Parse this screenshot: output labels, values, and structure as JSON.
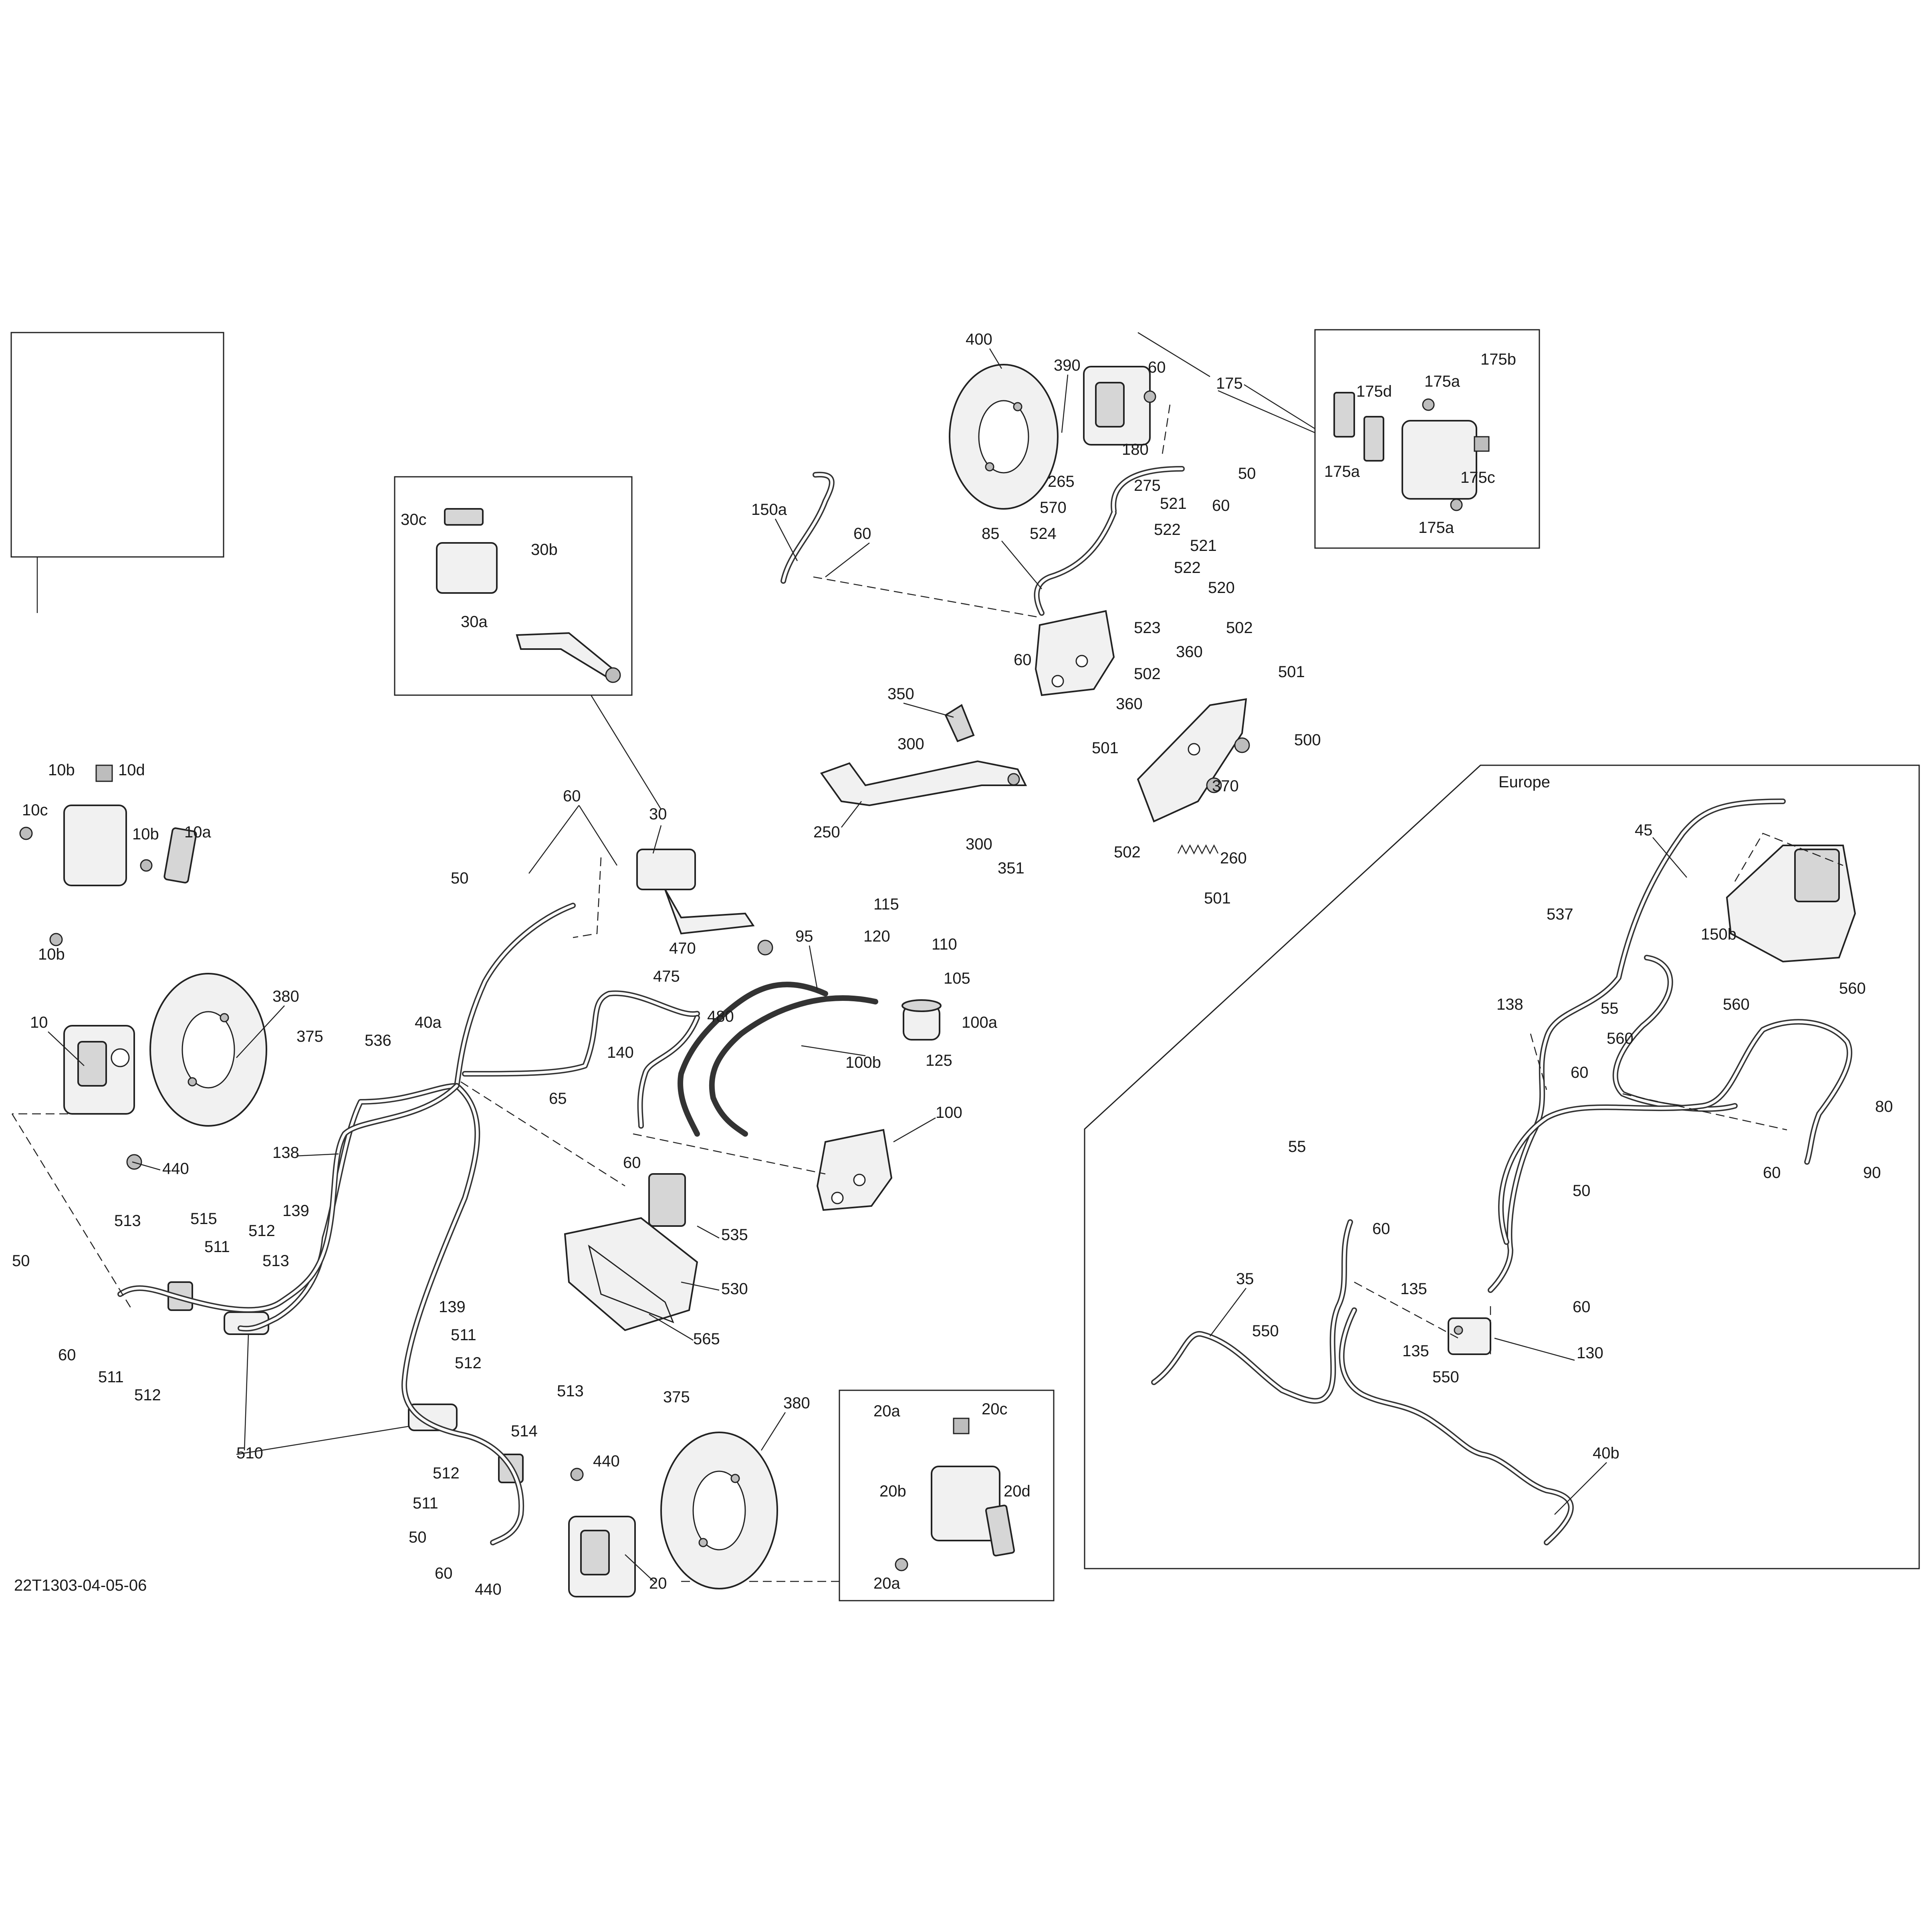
{
  "drawing_id": "22T1303-04-05-06",
  "region_title": "Europe",
  "callouts": {
    "c10": "10",
    "c10a": "10a",
    "c10b1": "10b",
    "c10b2": "10b",
    "c10b3": "10b",
    "c10c": "10c",
    "c10d": "10d",
    "c20": "20",
    "c20a1": "20a",
    "c20a2": "20a",
    "c20b": "20b",
    "c20c": "20c",
    "c20d": "20d",
    "c30": "30",
    "c30a": "30a",
    "c30b": "30b",
    "c30c": "30c",
    "c35": "35",
    "c40a": "40a",
    "c40b": "40b",
    "c45": "45",
    "c50a": "50",
    "c50b": "50",
    "c50c": "50",
    "c50d": "50",
    "c50e": "50",
    "c55a": "55",
    "c55b": "55",
    "c60a": "60",
    "c60b": "60",
    "c60c": "60",
    "c60d": "60",
    "c60e": "60",
    "c60f": "60",
    "c60g": "60",
    "c60h": "60",
    "c60i": "60",
    "c60j": "60",
    "c60k": "60",
    "c60l": "60",
    "c65": "65",
    "c80": "80",
    "c85": "85",
    "c90": "90",
    "c95": "95",
    "c100": "100",
    "c100a": "100a",
    "c100b": "100b",
    "c105": "105",
    "c110": "110",
    "c115": "115",
    "c120": "120",
    "c125": "125",
    "c130": "130",
    "c135a": "135",
    "c135b": "135",
    "c138a": "138",
    "c138b": "138",
    "c139a": "139",
    "c139b": "139",
    "c140": "140",
    "c150a": "150a",
    "c150b": "150b",
    "c175": "175",
    "c175a1": "175a",
    "c175a2": "175a",
    "c175a3": "175a",
    "c175b": "175b",
    "c175c": "175c",
    "c175d": "175d",
    "c180": "180",
    "c250": "250",
    "c260": "260",
    "c265": "265",
    "c275": "275",
    "c300a": "300",
    "c300b": "300",
    "c350": "350",
    "c351": "351",
    "c360a": "360",
    "c360b": "360",
    "c370": "370",
    "c375a": "375",
    "c375b": "375",
    "c380a": "380",
    "c380b": "380",
    "c390": "390",
    "c400": "400",
    "c440a": "440",
    "c440b": "440",
    "c440c": "440",
    "c470": "470",
    "c475": "475",
    "c480": "480",
    "c500": "500",
    "c501a": "501",
    "c501b": "501",
    "c501c": "501",
    "c502a": "502",
    "c502b": "502",
    "c502c": "502",
    "c510": "510",
    "c511a": "511",
    "c511b": "511",
    "c511c": "511",
    "c511d": "511",
    "c512a": "512",
    "c512b": "512",
    "c512c": "512",
    "c512d": "512",
    "c513a": "513",
    "c513b": "513",
    "c513c": "513",
    "c514": "514",
    "c515": "515",
    "c520": "520",
    "c521a": "521",
    "c521b": "521",
    "c522a": "522",
    "c522b": "522",
    "c523": "523",
    "c524": "524",
    "c530": "530",
    "c535": "535",
    "c536": "536",
    "c537": "537",
    "c550a": "550",
    "c550b": "550",
    "c560a": "560",
    "c560b": "560",
    "c560c": "560",
    "c565": "565",
    "c570": "570"
  }
}
